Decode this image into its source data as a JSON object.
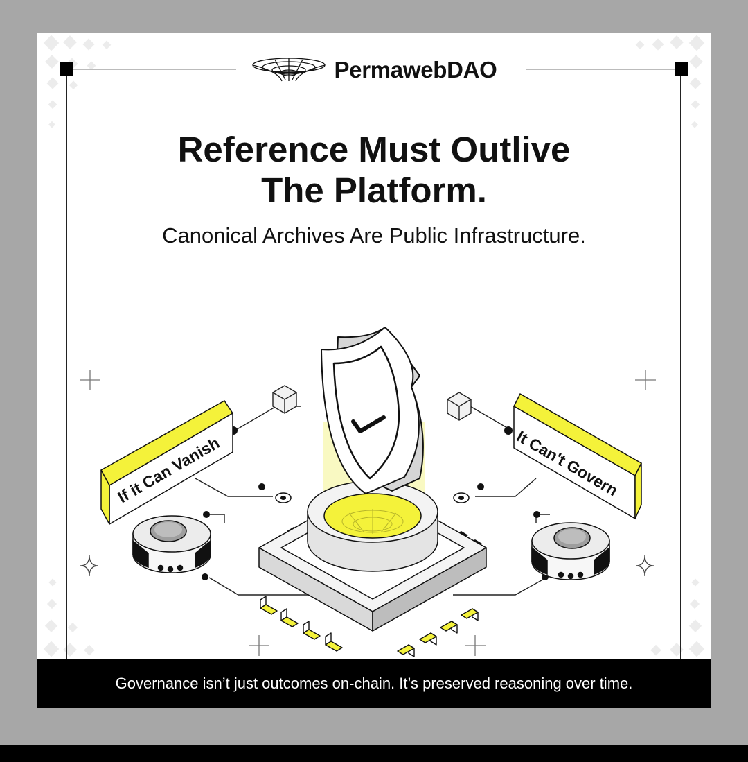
{
  "brand": {
    "logo_icon": "wormhole-logo-icon",
    "name": "PermawebDAO"
  },
  "headline": {
    "line1": "Reference Must Outlive",
    "line2": "The Platform."
  },
  "subheadline": "Canonical Archives Are Public Infrastructure.",
  "illustration": {
    "left_sign": "If it Can Vanish",
    "right_sign": "It Can't Govern",
    "center_icon": "shield-check-icon"
  },
  "footer": {
    "text": "Governance isn’t just outcomes on-chain. It’s preserved reasoning over time."
  },
  "colors": {
    "accent": "#f4f23a",
    "background_outer": "#a7a7a7",
    "card": "#ffffff",
    "footer_bar": "#000000",
    "text": "#111111"
  }
}
